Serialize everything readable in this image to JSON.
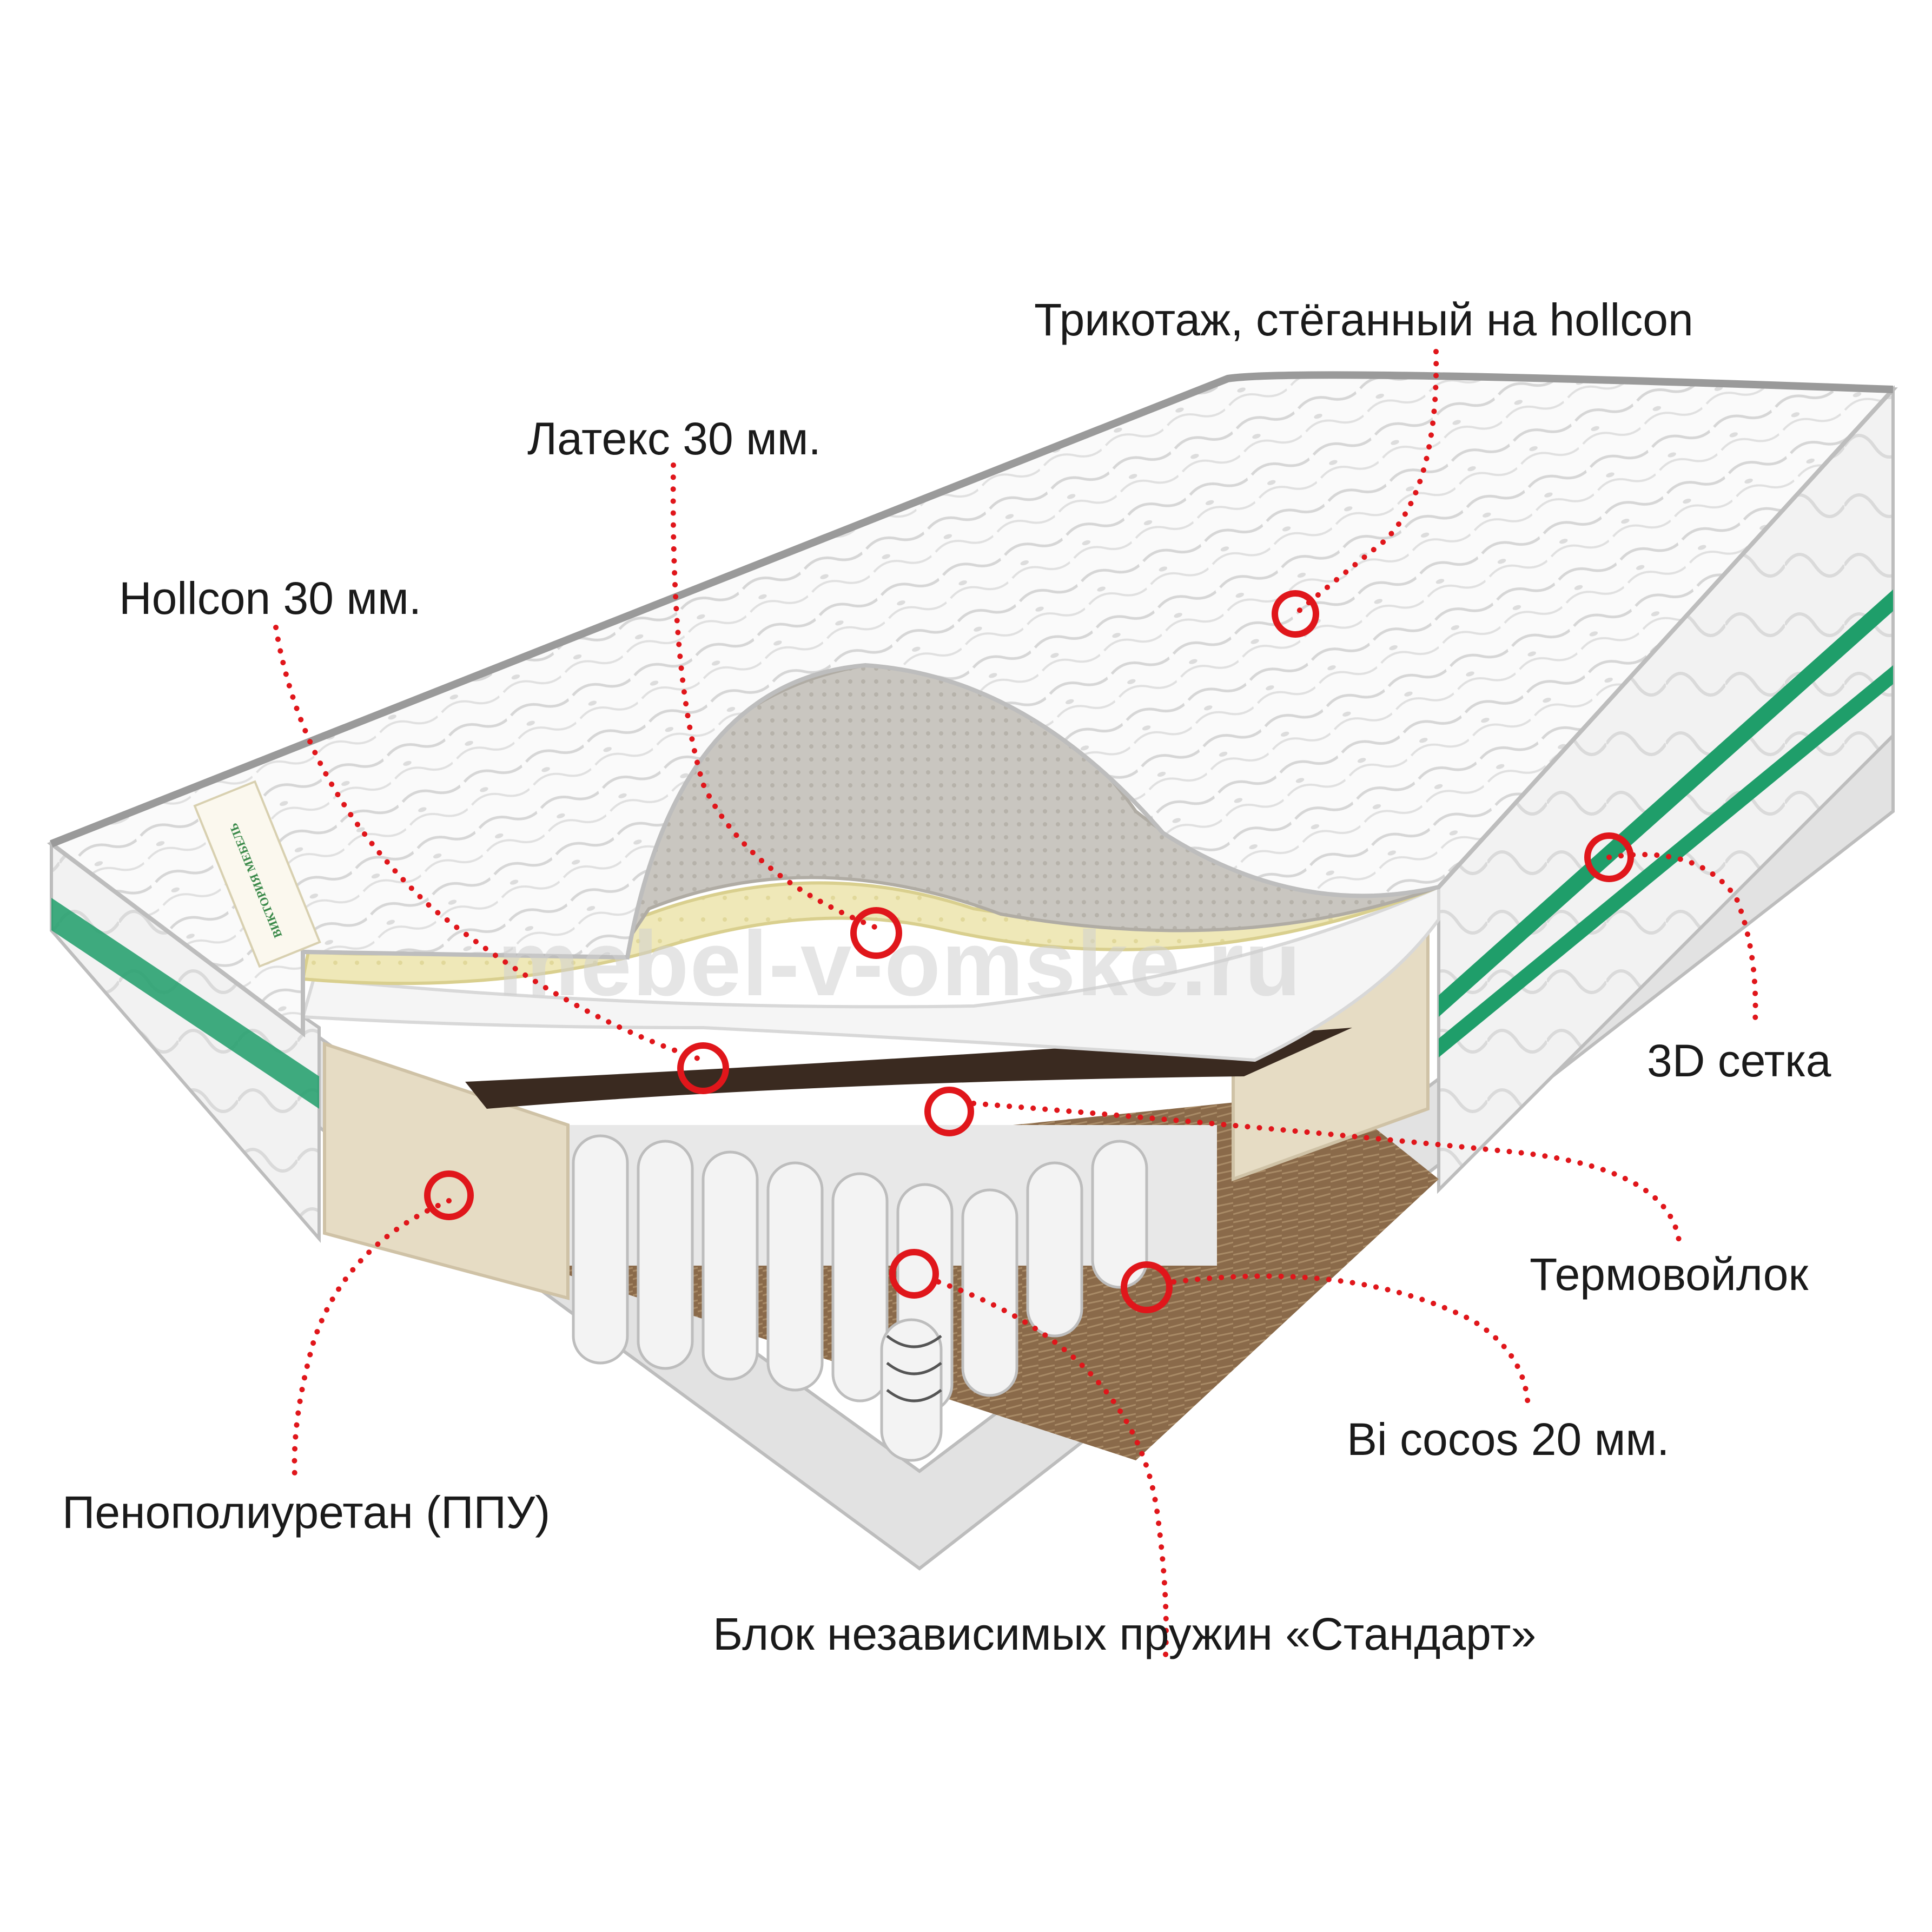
{
  "callouts": [
    {
      "id": "knit",
      "text": "Трикотаж, стёганный на hollcon"
    },
    {
      "id": "latex",
      "text": "Латекс 30 мм."
    },
    {
      "id": "hollcon",
      "text": "Hollcon 30 мм."
    },
    {
      "id": "mesh",
      "text": "3D сетка"
    },
    {
      "id": "felt",
      "text": "Термовойлок"
    },
    {
      "id": "cocos",
      "text": "Bi cocos 20 мм."
    },
    {
      "id": "ppu",
      "text": "Пенополиуретан (ППУ)"
    },
    {
      "id": "springs",
      "text": "Блок независимых пружин «Стандарт»"
    }
  ],
  "watermark": "mebel-v-omske.ru",
  "brand_label": "ВИКТОРИЯ МЕБЕЛЬ",
  "colors": {
    "accent": "#e0161b",
    "mesh_green": "#1f9e6a",
    "latex": "#efe8b8",
    "cocos": "#8a6a4a",
    "coir_black": "#3a2a20",
    "foam": "#e6dcc4",
    "fabric": "#f4f4f4"
  }
}
